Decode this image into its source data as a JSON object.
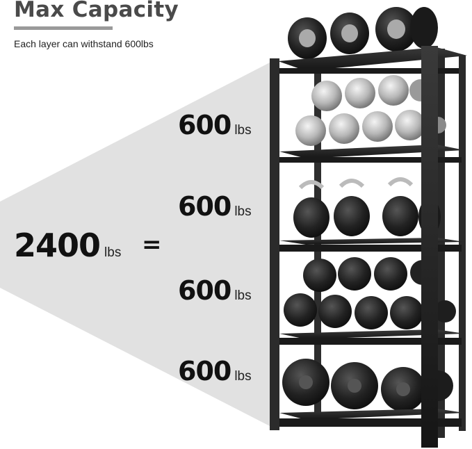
{
  "header": {
    "title": "Max Capacity",
    "subtitle": "Each layer can withstand 600lbs"
  },
  "total": {
    "value": "2400",
    "unit": "lbs",
    "equals": "="
  },
  "layers": [
    {
      "value": "600",
      "unit": "lbs"
    },
    {
      "value": "600",
      "unit": "lbs"
    },
    {
      "value": "600",
      "unit": "lbs"
    },
    {
      "value": "600",
      "unit": "lbs"
    }
  ],
  "product": {
    "shelf_count": 5,
    "shelf_contents": [
      "dumbbells-row",
      "dumbbells-two-rows",
      "kettlebells",
      "dumbbells-two-rows",
      "large-dumbbells"
    ]
  },
  "colors": {
    "title": "#4a4a4a",
    "beam": "#e1e1e1",
    "rack_frame": "#222222",
    "weight_dark": "#1c1c1c",
    "weight_silver": "#c8c8c8"
  }
}
